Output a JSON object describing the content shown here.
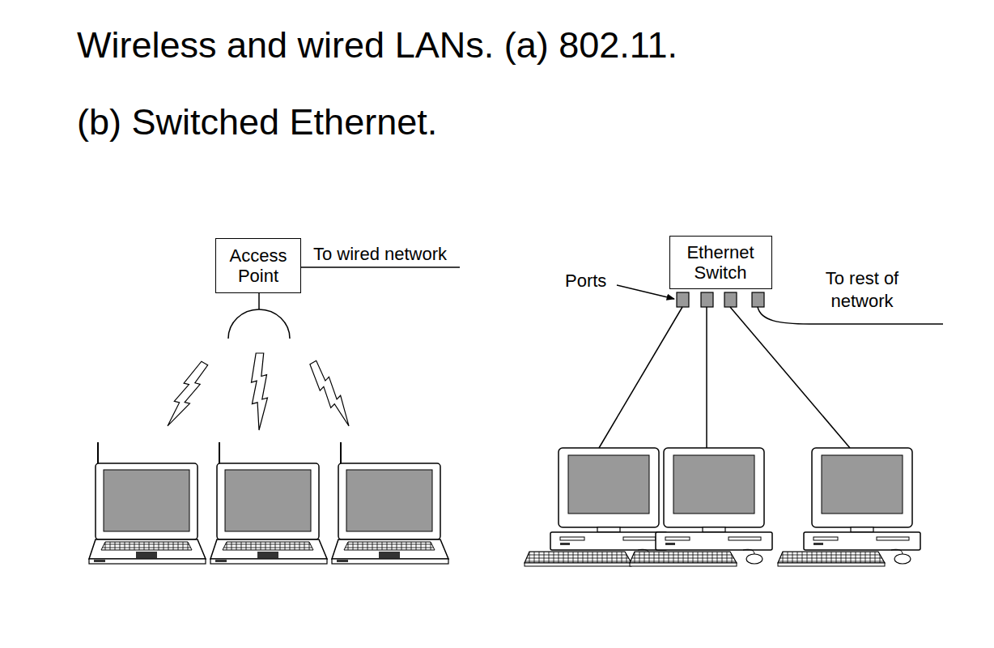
{
  "diagram": {
    "title": "Wireless and wired LANs. (a) 802.11. (b) Switched Ethernet.",
    "nodes": [
      {
        "text": [
          "Access Point"
        ]
      },
      {
        "text": [
          "Ethernet Switch"
        ]
      }
    ],
    "labels": [
      "To wired network",
      "Ports",
      "To rest of network"
    ]
  }
}
